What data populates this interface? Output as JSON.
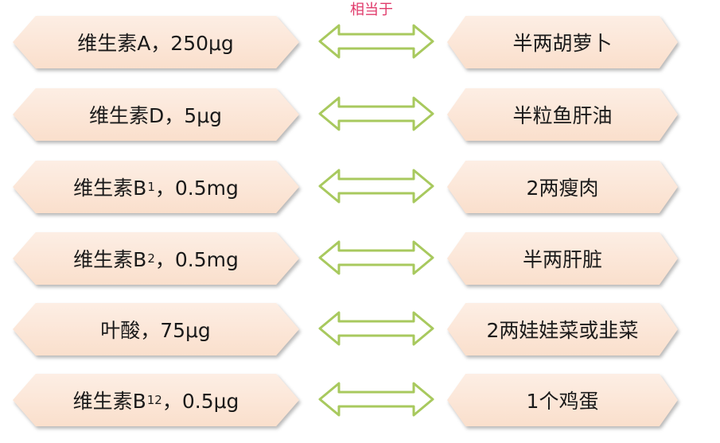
{
  "header": {
    "label": "相当于"
  },
  "colors": {
    "header_text": "#e03a6b",
    "hex_fill": "#fde7d9",
    "arrow_fill": "#ffffff",
    "arrow_stroke": "#a8c95e"
  },
  "rows": [
    {
      "nutrient": "维生素A，250μg",
      "sub": "",
      "amount": "",
      "equivalent": "半两胡萝卜"
    },
    {
      "nutrient": "维生素D，5μg",
      "sub": "",
      "amount": "",
      "equivalent": "半粒鱼肝油"
    },
    {
      "nutrient": "维生素B",
      "sub": "1",
      "amount": "，0.5mg",
      "equivalent": "2两瘦肉"
    },
    {
      "nutrient": "维生素B",
      "sub": "2",
      "amount": "，0.5mg",
      "equivalent": "半两肝脏"
    },
    {
      "nutrient": "叶酸，75μg",
      "sub": "",
      "amount": "",
      "equivalent": "2两娃娃菜或韭菜"
    },
    {
      "nutrient": "维生素B",
      "sub": "12",
      "amount": "，0.5μg",
      "equivalent": "1个鸡蛋"
    }
  ]
}
